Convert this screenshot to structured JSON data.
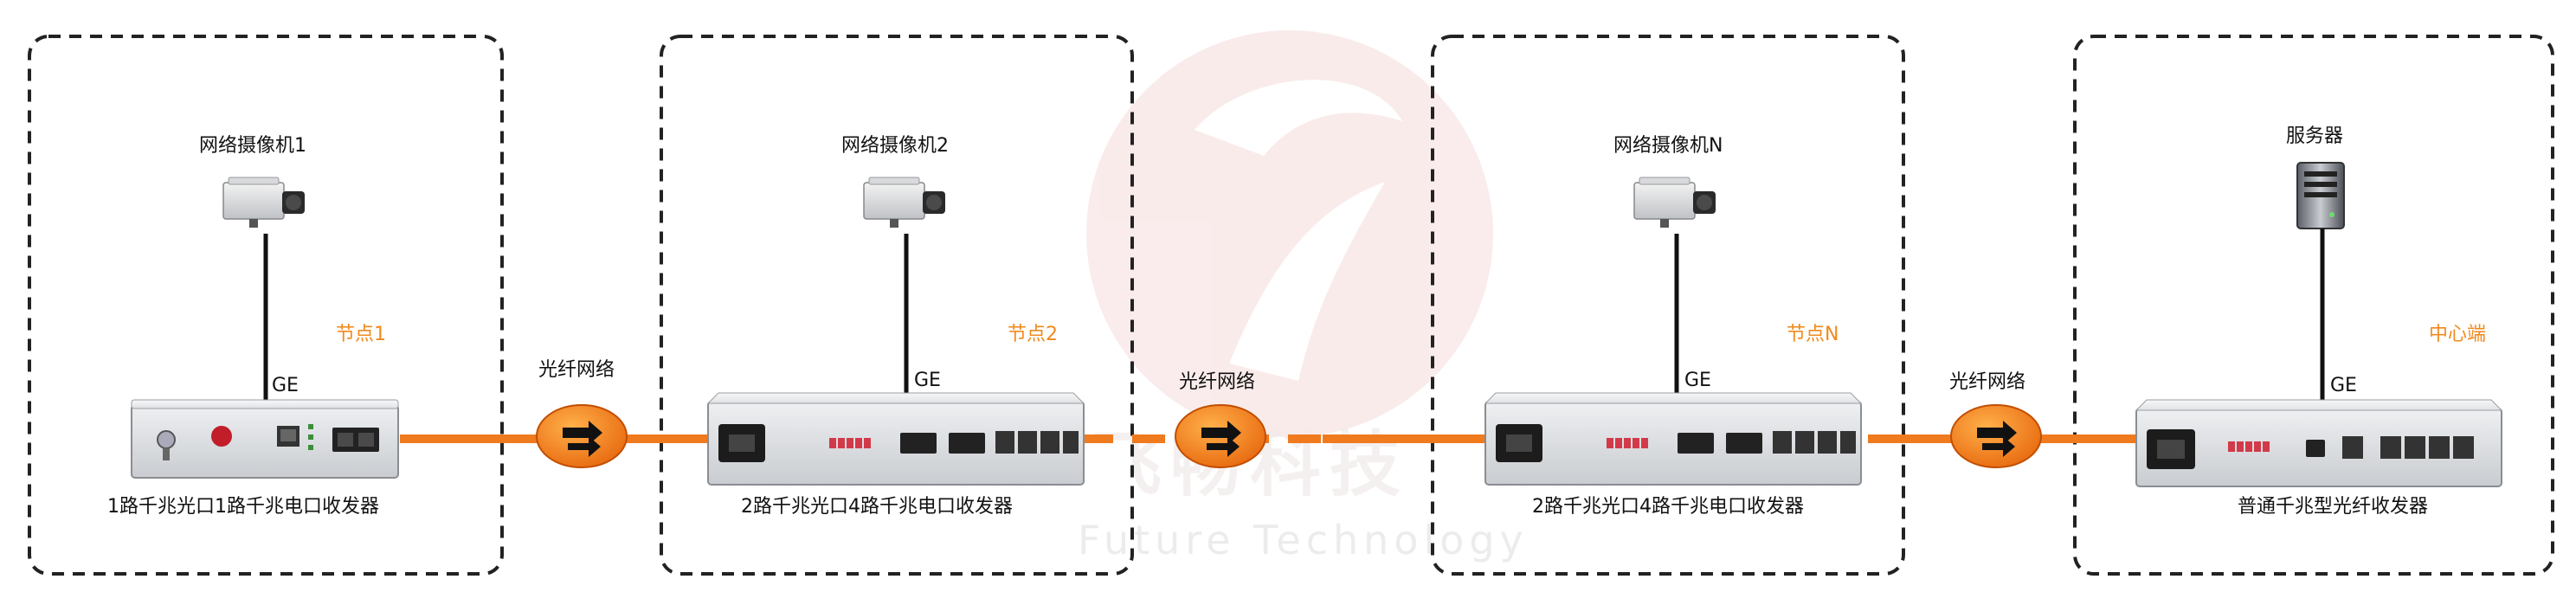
{
  "watermark": {
    "brand_cn": "飞畅科技",
    "brand_en": "Future Technology"
  },
  "groups": [
    {
      "camera_label": "网络摄像机1",
      "node_label": "节点1",
      "link_label": "GE",
      "device_label": "1路千兆光口1路千兆电口收发器"
    },
    {
      "camera_label": "网络摄像机2",
      "node_label": "节点2",
      "link_label": "GE",
      "device_label": "2路千兆光口4路千兆电口收发器"
    },
    {
      "camera_label": "网络摄像机N",
      "node_label": "节点N",
      "link_label": "GE",
      "device_label": "2路千兆光口4路千兆电口收发器"
    },
    {
      "camera_label": "服务器",
      "node_label": "中心端",
      "link_label": "GE",
      "device_label": "普通千兆型光纤收发器"
    }
  ],
  "fiber_links": [
    {
      "label": "光纤网络"
    },
    {
      "label": "光纤网络"
    },
    {
      "label": "光纤网络"
    }
  ],
  "colors": {
    "fiber": "#f07a1e",
    "node_label": "#f08a1c",
    "border": "#222222",
    "device_body": "#d9dcdf"
  }
}
